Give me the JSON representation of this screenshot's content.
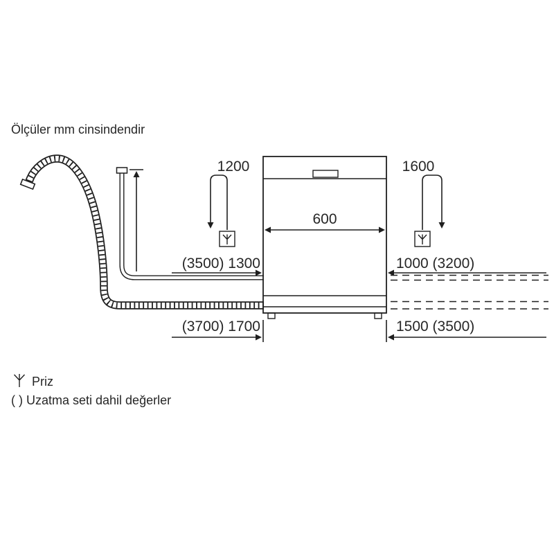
{
  "title": "Ölçüler mm cinsindendir",
  "diagram": {
    "appliance": "dishwasher",
    "dimensions": {
      "socket_height_left": "1200",
      "socket_height_right": "1600",
      "appliance_width": "600",
      "supply_left": "(3500) 1300",
      "supply_right": "1000 (3200)",
      "drain_left": "(3700) 1700",
      "drain_right": "1500 (3500)"
    },
    "icons": {
      "socket_icon": "three-prong fork outlet symbol",
      "drain_hose_icon": "corrugated hose",
      "supply_hose_icon": "smooth double-line hose"
    }
  },
  "legend": {
    "socket_label": "Priz",
    "note": "( ) Uzatma seti dahil değerler"
  },
  "colors": {
    "line": "#1f1f1f",
    "text": "#262626",
    "background": "#ffffff"
  }
}
